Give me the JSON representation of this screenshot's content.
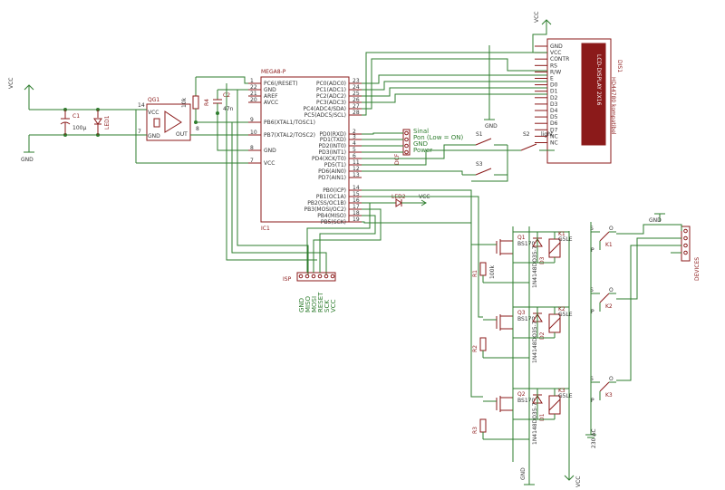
{
  "power": {
    "vcc": "VCC",
    "gnd": "GND",
    "ac": "230 AC"
  },
  "ic1": {
    "title": "MEGA8-P",
    "ref": "IC1",
    "left_pins": [
      {
        "num": "1",
        "name": "PC6(/RESET)"
      },
      {
        "num": "22",
        "name": "GND"
      },
      {
        "num": "21",
        "name": "AREF"
      },
      {
        "num": "20",
        "name": "AVCC"
      },
      {
        "num": "9",
        "name": "PB6(XTAL1/TOSC1)"
      },
      {
        "num": "10",
        "name": "PB7(XTAL2/TOSC2)"
      },
      {
        "num": "8",
        "name": "GND"
      },
      {
        "num": "7",
        "name": "VCC"
      }
    ],
    "right_pins": [
      {
        "num": "23",
        "name": "PC0(ADC0)"
      },
      {
        "num": "24",
        "name": "PC1(ADC1)"
      },
      {
        "num": "25",
        "name": "PC2(ADC2)"
      },
      {
        "num": "26",
        "name": "PC3(ADC3)"
      },
      {
        "num": "27",
        "name": "PC4(ADC4/SDA)"
      },
      {
        "num": "28",
        "name": "PC5(ADC5/SCL)"
      },
      {
        "num": "2",
        "name": "PD0(RXD)"
      },
      {
        "num": "3",
        "name": "PD1(TXD)"
      },
      {
        "num": "4",
        "name": "PD2(INT0)"
      },
      {
        "num": "5",
        "name": "PD3(INT1)"
      },
      {
        "num": "6",
        "name": "PD4(XCK/T0)"
      },
      {
        "num": "11",
        "name": "PD5(T1)"
      },
      {
        "num": "12",
        "name": "PD6(AIN0)"
      },
      {
        "num": "13",
        "name": "PD7(AIN1)"
      },
      {
        "num": "14",
        "name": "PB0(ICP)"
      },
      {
        "num": "15",
        "name": "PB1(OC1A)"
      },
      {
        "num": "16",
        "name": "PB2(SS/OC1B)"
      },
      {
        "num": "17",
        "name": "PB3(MOSI/OC2)"
      },
      {
        "num": "18",
        "name": "PB4(MISO)"
      },
      {
        "num": "19",
        "name": "PB5(SCK)"
      }
    ]
  },
  "qg1": {
    "ref": "QG1",
    "vcc": "VCC",
    "gnd": "GND",
    "out": "OUT",
    "pin14": "14",
    "pin7": "7",
    "pin8": "8"
  },
  "c1": {
    "ref": "C1",
    "value": "100µ"
  },
  "led1": {
    "ref": "LED1"
  },
  "r4": {
    "ref": "R4",
    "value": "10k"
  },
  "c2": {
    "ref": "C2",
    "value": "47n"
  },
  "led2": {
    "ref": "LED2",
    "vcc": "VCC"
  },
  "isp": {
    "ref": "ISP",
    "pins": [
      "GND",
      "MISO",
      "MOSI",
      "RESET",
      "SCK",
      "VCC"
    ]
  },
  "dcf": {
    "ref": "DCF",
    "pins": [
      "Sinal",
      "Pon (Low = ON)",
      "GND",
      "Power"
    ]
  },
  "switches": {
    "s1": "S1",
    "s2": "S2",
    "s3": "S3",
    "light": "light"
  },
  "display": {
    "ref": "DIS1",
    "name": "LCD-DISPLAY 2X16",
    "controller": "HD44780 kompatibel",
    "pins": [
      "GND",
      "VCC",
      "CONTR",
      "RS",
      "R/W",
      "E",
      "D0",
      "D1",
      "D2",
      "D3",
      "D4",
      "D5",
      "D6",
      "D7",
      "NC",
      "NC"
    ]
  },
  "stages": [
    {
      "q": "Q1",
      "q_type": "BS170",
      "d": "D3",
      "d_type": "1N4148DO35-7",
      "k": "K1",
      "k_type": "G5LE",
      "r": "R1",
      "r_value": "100k"
    },
    {
      "q": "Q3",
      "q_type": "BS170",
      "d": "D2",
      "d_type": "1N4148DO35-7",
      "k": "K2",
      "k_type": "G5LE",
      "r": "R2",
      "r_value": ""
    },
    {
      "q": "Q2",
      "q_type": "BS170",
      "d": "D1",
      "d_type": "1N4148DO35-7",
      "k": "K3",
      "k_type": "G5LE",
      "r": "R3",
      "r_value": ""
    }
  ],
  "relay_contacts": [
    {
      "ref": "K1",
      "s": "S",
      "p": "P",
      "o": "O"
    },
    {
      "ref": "K2",
      "s": "S",
      "p": "P",
      "o": "O"
    },
    {
      "ref": "K3",
      "s": "S",
      "p": "P",
      "o": "O"
    }
  ],
  "devices": {
    "ref": "DEVICES"
  }
}
